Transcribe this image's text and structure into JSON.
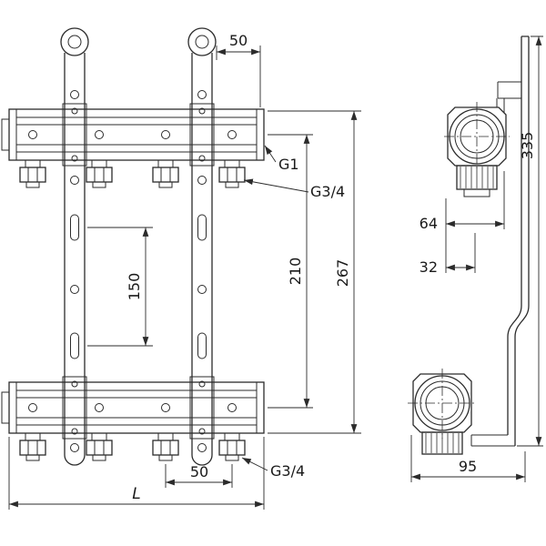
{
  "drawing": {
    "ink_color": "#2b2b2b",
    "background_color": "#ffffff",
    "front_view": {
      "dim_top_offset": "50",
      "label_main_thread": "G1",
      "label_outlet_thread_top": "G3/4",
      "dim_center_distance": "210",
      "dim_slot_spacing": "150",
      "dim_overall_height": "267",
      "dim_outlet_spacing": "50",
      "label_outlet_thread_bottom": "G3/4",
      "dim_overall_length": "L"
    },
    "side_view": {
      "dim_height": "335",
      "dim_wall_to_axis": "64",
      "dim_axis_offset": "32",
      "dim_overall_depth": "95"
    }
  }
}
